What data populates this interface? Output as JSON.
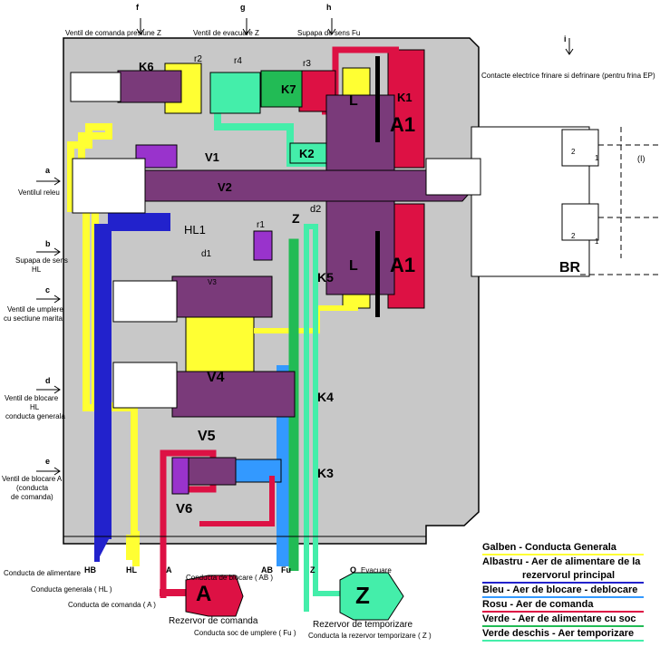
{
  "top_labels": {
    "f": "f",
    "g": "g",
    "h": "h",
    "i": "i",
    "f_text": "Ventil de comanda presiune Z",
    "g_text": "Ventil de evacuare Z",
    "h_text": "Supapa de sens Fu",
    "i_text": "Contacte electrice frinare si defrinare (pentru frina EP)"
  },
  "left_labels": {
    "a": "a",
    "a_text": "Ventilul releu",
    "b": "b",
    "b_text1": "Supapa de sens",
    "b_text2": "HL",
    "c": "c",
    "c_text1": "Ventil de umplere",
    "c_text2": "cu sectiune marita",
    "d": "d",
    "d_text1": "Ventil de blocare",
    "d_text2": "HL",
    "d_text3": "conducta generala",
    "e": "e",
    "e_text1": "Ventil de blocare A",
    "e_text2": "(conducta",
    "e_text3": "de comanda)"
  },
  "components": {
    "K1": "K1",
    "K2": "K2",
    "K3": "K3",
    "K4": "K4",
    "K5": "K5",
    "K6": "K6",
    "K7": "K7",
    "A1_top": "A1",
    "A1_bottom": "A1",
    "L_top": "L",
    "L_bottom": "L",
    "V1": "V1",
    "V2": "V2",
    "V3": "V3",
    "V4": "V4",
    "V5": "V5",
    "V6": "V6",
    "HL1": "HL1",
    "d1": "d1",
    "d2": "d2",
    "r1": "r1",
    "r2": "r2",
    "r3": "r3",
    "r4": "r4",
    "Z_inner": "Z",
    "BR": "BR",
    "I": "(I)",
    "sw_top_2": "2",
    "sw_top_1": "1",
    "sw_bot_2": "2",
    "sw_bot_1": "1"
  },
  "bottom_labels": {
    "HB": "HB",
    "HL": "HL",
    "A": "A",
    "AB": "AB",
    "Fu": "Fu",
    "Z": "Z",
    "O": "O",
    "evacuare": "Evacuare",
    "conducta_alimentare": "Conducta de alimentare",
    "conducta_generala": "Conducta generala ( HL )",
    "conducta_comanda": "Conducta de comanda ( A )",
    "conducta_blocare": "Conducta de blocare ( AB )",
    "rezervor_comanda": "Rezervor de comanda",
    "rezervor_A": "A",
    "conducta_soc": "Conducta soc de umplere ( Fu )",
    "rezervor_temporizare": "Rezervor de temporizare",
    "rezervor_Z": "Z",
    "conducta_rezervor_temp": "Conducta la rezervor temporizare ( Z )"
  },
  "legend": [
    {
      "text": "Galben - Conducta Generala",
      "color": "#ffff33"
    },
    {
      "text": "Albastru - Aer de alimentare de la",
      "text2": "rezervorul principal",
      "color": "#2222cc"
    },
    {
      "text": "Bleu - Aer de blocare - deblocare",
      "color": "#3399ff"
    },
    {
      "text": "Rosu - Aer de comanda",
      "color": "#dd1144"
    },
    {
      "text": "Verde - Aer de alimentare cu soc",
      "color": "#22bb55"
    },
    {
      "text": "Verde deschis - Aer temporizare",
      "color": "#44eeaa"
    }
  ],
  "colors": {
    "body": "#c8c8c8",
    "yellow": "#ffff33",
    "blue": "#2222cc",
    "lightblue": "#3399ff",
    "red": "#dd1144",
    "green": "#22bb55",
    "lightgreen": "#44eeaa",
    "purple": "#7a3a7a",
    "violet": "#9933cc"
  }
}
